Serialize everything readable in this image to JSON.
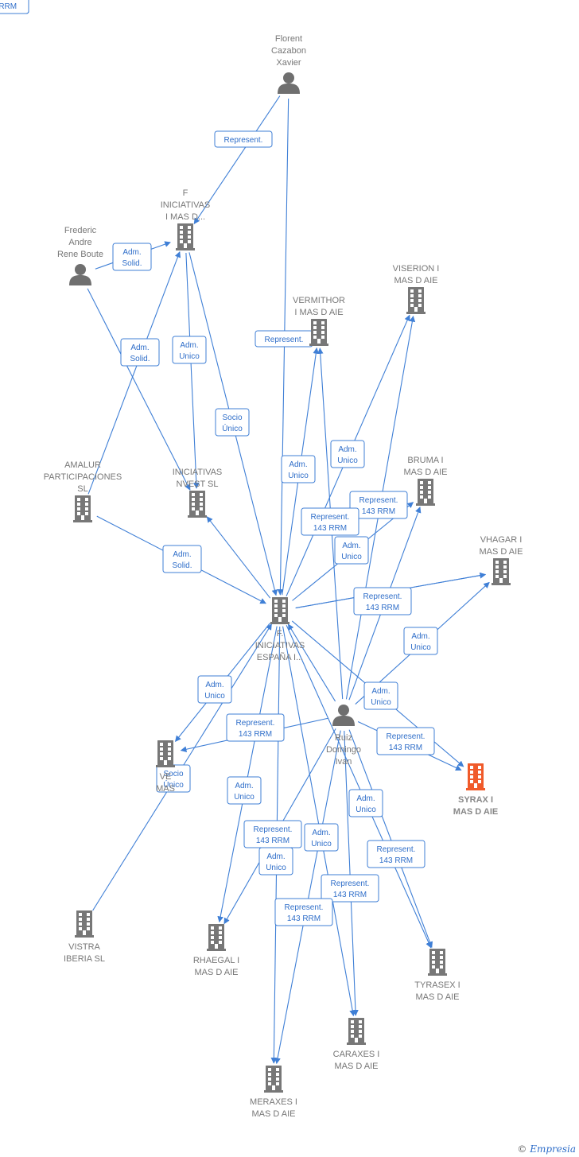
{
  "colors": {
    "edge": "#3f7fd6",
    "company": "#777777",
    "focus": "#f05a2a",
    "person": "#6f6f6f"
  },
  "nodes": [
    {
      "id": "florent",
      "kind": "person",
      "label": [
        "Florent",
        "Cazabon",
        "Xavier"
      ]
    },
    {
      "id": "frederic",
      "kind": "person",
      "label": [
        "Frederic",
        "Andre",
        "Rene Boute"
      ]
    },
    {
      "id": "ruiz",
      "kind": "person",
      "label": [
        "Ruiz",
        "Domingo",
        "Ivan"
      ]
    },
    {
      "id": "f_iniciativas_mas",
      "kind": "company",
      "label": [
        "F",
        "INICIATIVAS",
        "I MAS D..."
      ]
    },
    {
      "id": "vermithor",
      "kind": "company",
      "label": [
        "VERMITHOR",
        "I MAS D AIE"
      ]
    },
    {
      "id": "viserion",
      "kind": "company",
      "label": [
        "VISERION I",
        "MAS D AIE"
      ]
    },
    {
      "id": "amalur",
      "kind": "company",
      "label": [
        "AMALUR",
        "PARTICIPACIONES",
        "SL"
      ]
    },
    {
      "id": "invest",
      "kind": "company",
      "label": [
        "INICIATIVAS",
        "NVEST SL"
      ]
    },
    {
      "id": "bruma",
      "kind": "company",
      "label": [
        "BRUMA I",
        "MAS D AIE"
      ]
    },
    {
      "id": "vhagar",
      "kind": "company",
      "label": [
        "VHAGAR I",
        "MAS D AIE"
      ]
    },
    {
      "id": "f_espana",
      "kind": "company",
      "label": [
        "F.",
        "INICIATIVAS",
        "ESPAÑA I..."
      ]
    },
    {
      "id": "syrax",
      "kind": "focus",
      "label": [
        "SYRAX I",
        "MAS D AIE"
      ]
    },
    {
      "id": "ve",
      "kind": "company",
      "label": [
        "VE",
        "MAS"
      ]
    },
    {
      "id": "vistra",
      "kind": "company",
      "label": [
        "VISTRA",
        "IBERIA SL"
      ]
    },
    {
      "id": "rhaegal",
      "kind": "company",
      "label": [
        "RHAEGAL I",
        "MAS D AIE"
      ]
    },
    {
      "id": "tyrasex",
      "kind": "company",
      "label": [
        "TYRASEX I",
        "MAS D AIE"
      ]
    },
    {
      "id": "caraxes",
      "kind": "company",
      "label": [
        "CARAXES I",
        "MAS D AIE"
      ]
    },
    {
      "id": "meraxes",
      "kind": "company",
      "label": [
        "MERAXES I",
        "MAS D AIE"
      ]
    }
  ],
  "edges": [
    {
      "from": "florent",
      "to": "f_iniciativas_mas",
      "label": [
        "Represent."
      ]
    },
    {
      "from": "florent",
      "to": "f_espana",
      "label": []
    },
    {
      "from": "frederic",
      "to": "f_iniciativas_mas",
      "label": [
        "Adm.",
        "Solid."
      ]
    },
    {
      "from": "frederic",
      "to": "invest",
      "label": [
        "Adm.",
        "Solid."
      ]
    },
    {
      "from": "amalur",
      "to": "f_iniciativas_mas",
      "label": [
        "Adm.",
        "Solid."
      ]
    },
    {
      "from": "amalur",
      "to": "f_espana",
      "label": [
        "Adm.",
        "Solid."
      ]
    },
    {
      "from": "f_iniciativas_mas",
      "to": "invest",
      "label": [
        "Adm.",
        "Unico"
      ]
    },
    {
      "from": "f_iniciativas_mas",
      "to": "f_espana",
      "label": [
        "Socio",
        "Único"
      ]
    },
    {
      "from": "f_espana",
      "to": "vermithor",
      "label": [
        "Represent."
      ]
    },
    {
      "from": "f_espana",
      "to": "viserion",
      "label": [
        "Adm.",
        "Unico"
      ]
    },
    {
      "from": "f_espana",
      "to": "bruma",
      "label": [
        "Represent.",
        "143 RRM"
      ]
    },
    {
      "from": "f_espana",
      "to": "vhagar",
      "label": [
        "Represent.",
        "143 RRM"
      ]
    },
    {
      "from": "f_espana",
      "to": "invest",
      "label": [
        "Represent.",
        "143 RRM"
      ]
    },
    {
      "from": "f_espana",
      "to": "syrax",
      "label": [
        "Adm.",
        "Unico"
      ]
    },
    {
      "from": "f_espana",
      "to": "ve",
      "label": [
        "Adm.",
        "Unico"
      ]
    },
    {
      "from": "f_espana",
      "to": "rhaegal",
      "label": [
        "Adm.",
        "Unico"
      ]
    },
    {
      "from": "f_espana",
      "to": "meraxes",
      "label": [
        "Adm.",
        "Unico"
      ]
    },
    {
      "from": "f_espana",
      "to": "caraxes",
      "label": [
        "Adm.",
        "Unico"
      ]
    },
    {
      "from": "f_espana",
      "to": "tyrasex",
      "label": [
        "Adm.",
        "Unico"
      ]
    },
    {
      "from": "ruiz",
      "to": "f_espana",
      "label": [
        "Represent.",
        "143 RRM"
      ]
    },
    {
      "from": "ruiz",
      "to": "vermithor",
      "label": [
        "Adm.",
        "Unico"
      ]
    },
    {
      "from": "ruiz",
      "to": "viserion",
      "label": [
        "Represent.",
        "143 RRM"
      ]
    },
    {
      "from": "ruiz",
      "to": "bruma",
      "label": [
        "Adm.",
        "Unico"
      ]
    },
    {
      "from": "ruiz",
      "to": "vhagar",
      "label": [
        "Represent.",
        "143 RRM"
      ]
    },
    {
      "from": "ruiz",
      "to": "syrax",
      "label": [
        "Represent.",
        "143 RRM"
      ]
    },
    {
      "from": "ruiz",
      "to": "ve",
      "label": [
        "Represent.",
        "143 RRM"
      ]
    },
    {
      "from": "ruiz",
      "to": "rhaegal",
      "label": [
        "Represent.",
        "143 RRM"
      ]
    },
    {
      "from": "ruiz",
      "to": "tyrasex",
      "label": [
        "Represent.",
        "143 RRM"
      ]
    },
    {
      "from": "ruiz",
      "to": "caraxes",
      "label": [
        "Represent.",
        "143 RRM"
      ]
    },
    {
      "from": "ruiz",
      "to": "meraxes",
      "label": [
        "Represent.",
        "143 RRM"
      ]
    },
    {
      "from": "vistra",
      "to": "f_espana",
      "label": [
        "Socio",
        "Único"
      ]
    },
    {
      "from": "f_espana",
      "to": "vhagar",
      "label": [
        "Adm.",
        "Unico"
      ]
    }
  ],
  "footer": {
    "copyright": "©",
    "brand": "Empresia"
  }
}
